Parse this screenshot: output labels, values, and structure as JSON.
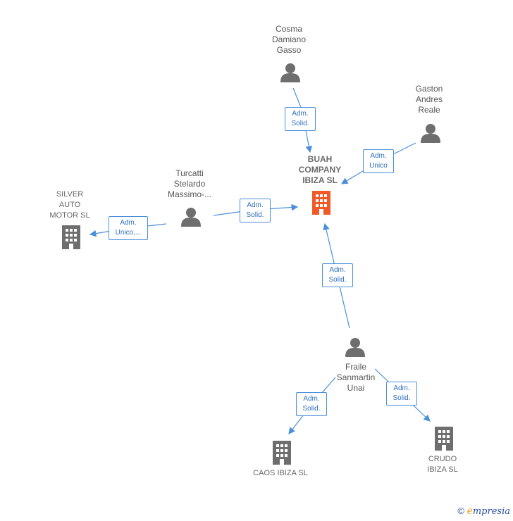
{
  "nodes": {
    "cosma": {
      "label": "Cosma\nDamiano\nGasso",
      "kind": "person"
    },
    "gaston": {
      "label": "Gaston\nAndres\nReale",
      "kind": "person"
    },
    "turcatti": {
      "label": "Turcatti\nStelardo\nMassimo-...",
      "kind": "person"
    },
    "fraile": {
      "label": "Fraile\nSanmartin\nUnai",
      "kind": "person"
    },
    "buah": {
      "label": "BUAH\nCOMPANY\nIBIZA  SL",
      "kind": "company-main"
    },
    "silver": {
      "label": "SILVER\nAUTO\nMOTOR SL",
      "kind": "company"
    },
    "caos": {
      "label": "CAOS IBIZA  SL",
      "kind": "company"
    },
    "crudo": {
      "label": "CRUDO\nIBIZA  SL",
      "kind": "company"
    }
  },
  "edges": {
    "cosma_buah": "Adm.\nSolid.",
    "gaston_buah": "Adm.\nUnico",
    "turcatti_buah": "Adm.\nSolid.",
    "turcatti_silver": "Adm.\nUnico,...",
    "fraile_buah": "Adm.\nSolid.",
    "fraile_caos": "Adm.\nSolid.",
    "fraile_crudo": "Adm.\nSolid."
  },
  "colors": {
    "edge": "#4a90d9",
    "person": "#6e6e6e",
    "company": "#6e6e6e",
    "main_company": "#f05a28"
  },
  "footer": {
    "copyright": "©",
    "brand_e": "e",
    "brand_rest": "mpresia"
  }
}
